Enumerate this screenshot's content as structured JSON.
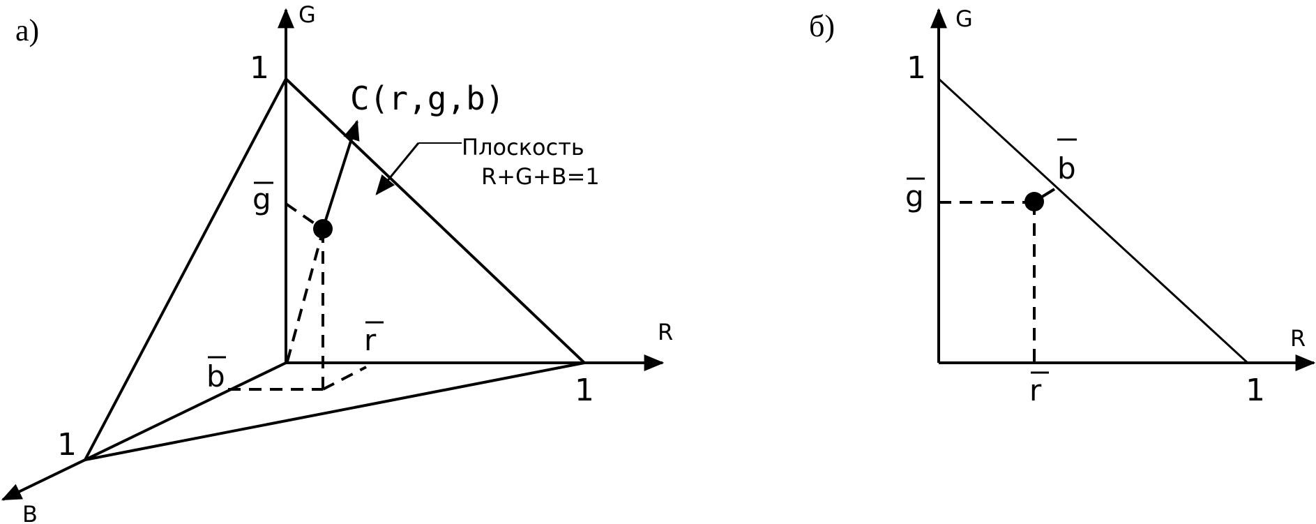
{
  "panel_a": {
    "panel_label": "а)",
    "axis_g": "G",
    "axis_r": "R",
    "axis_b": "B",
    "tick_g_one": "1",
    "tick_r_one": "1",
    "tick_b_one": "1",
    "g_bar": "g",
    "r_bar": "r",
    "b_bar": "b",
    "vector_label": "C(r,g,b)",
    "plane_label_line1": "Плоскость",
    "plane_label_line2": "R+G+B=1"
  },
  "panel_b": {
    "panel_label": "б)",
    "axis_g": "G",
    "axis_r": "R",
    "tick_g_one": "1",
    "tick_r_one": "1",
    "g_bar": "g",
    "r_bar": "r",
    "b_bar": "b"
  }
}
